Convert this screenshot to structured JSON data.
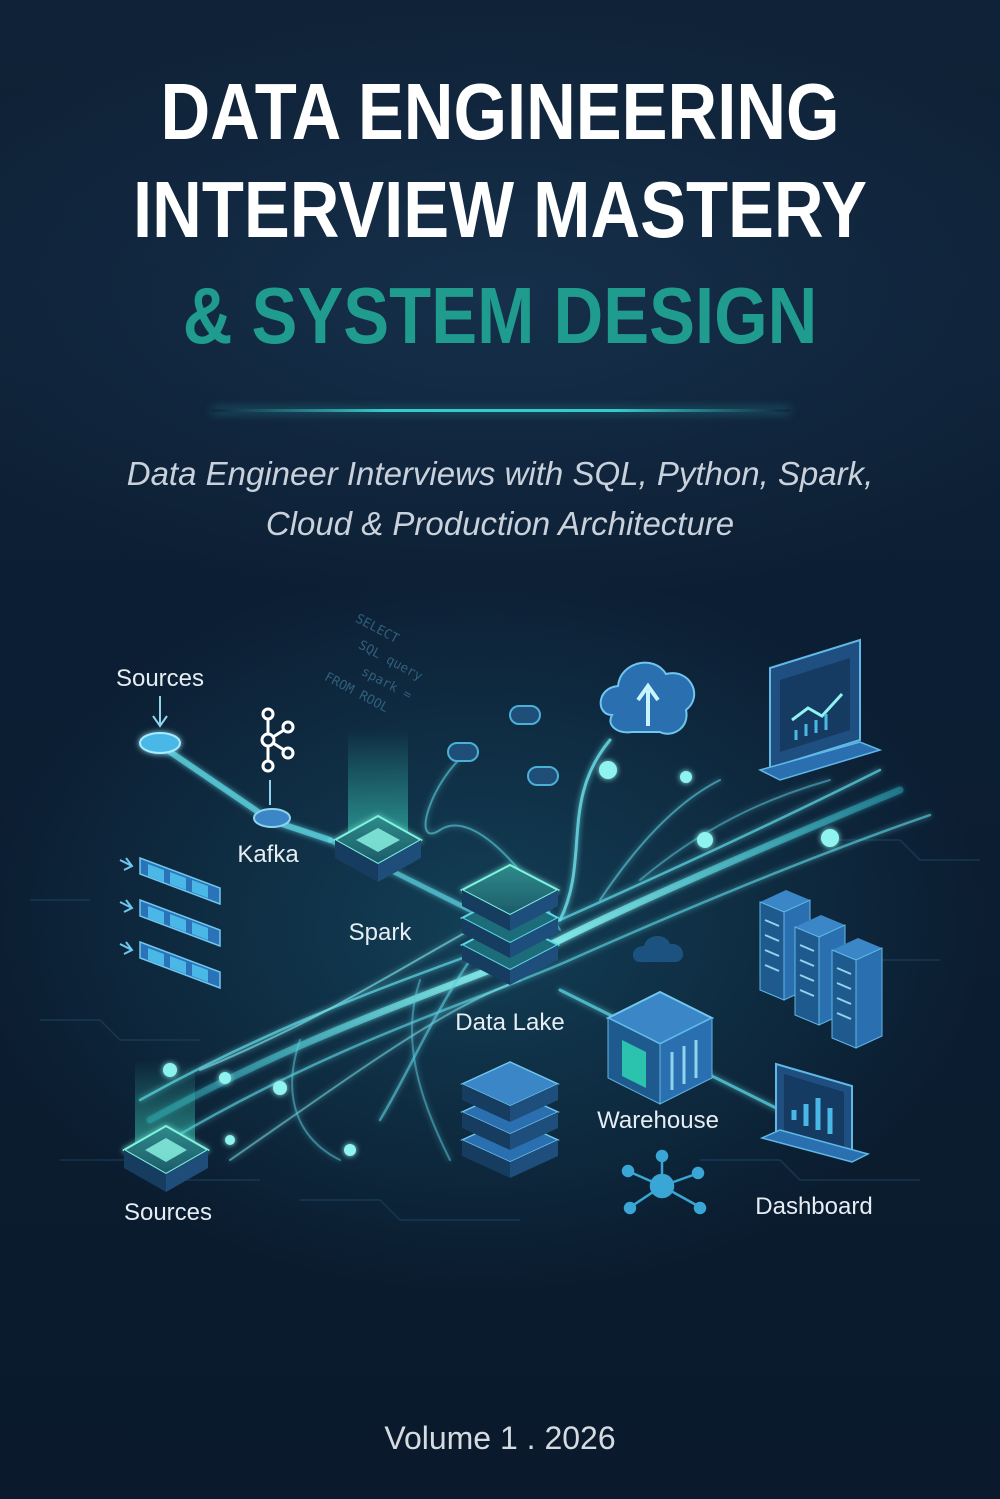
{
  "title": {
    "line1": "DATA ENGINEERING",
    "line2": "INTERVIEW MASTERY",
    "line3": "& SYSTEM DESIGN"
  },
  "subtitle": {
    "line1": "Data Engineer Interviews with SQL, Python, Spark,",
    "line2": "Cloud & Production Architecture"
  },
  "diagram": {
    "labels": {
      "sources_top": "Sources",
      "kafka": "Kafka",
      "spark": "Spark",
      "data_lake": "Data Lake",
      "warehouse": "Warehouse",
      "sources_bottom": "Sources",
      "dashboard": "Dashboard"
    },
    "code_lines": [
      "SELECT",
      "SQL query",
      "spark =",
      "FROM ROOL"
    ],
    "icons": [
      "kafka-icon",
      "cloud-upload-icon",
      "monitor-chart-icon",
      "server-rack-icon",
      "database-stack-icon",
      "warehouse-icon",
      "dashboard-chart-icon",
      "network-hub-icon"
    ]
  },
  "footer": {
    "volume": "Volume 1 . 2026"
  },
  "colors": {
    "background": "#0b1c30",
    "accent_teal": "#1f9c8e",
    "glow_cyan": "#39c9c8",
    "node_blue": "#2a73b8"
  }
}
